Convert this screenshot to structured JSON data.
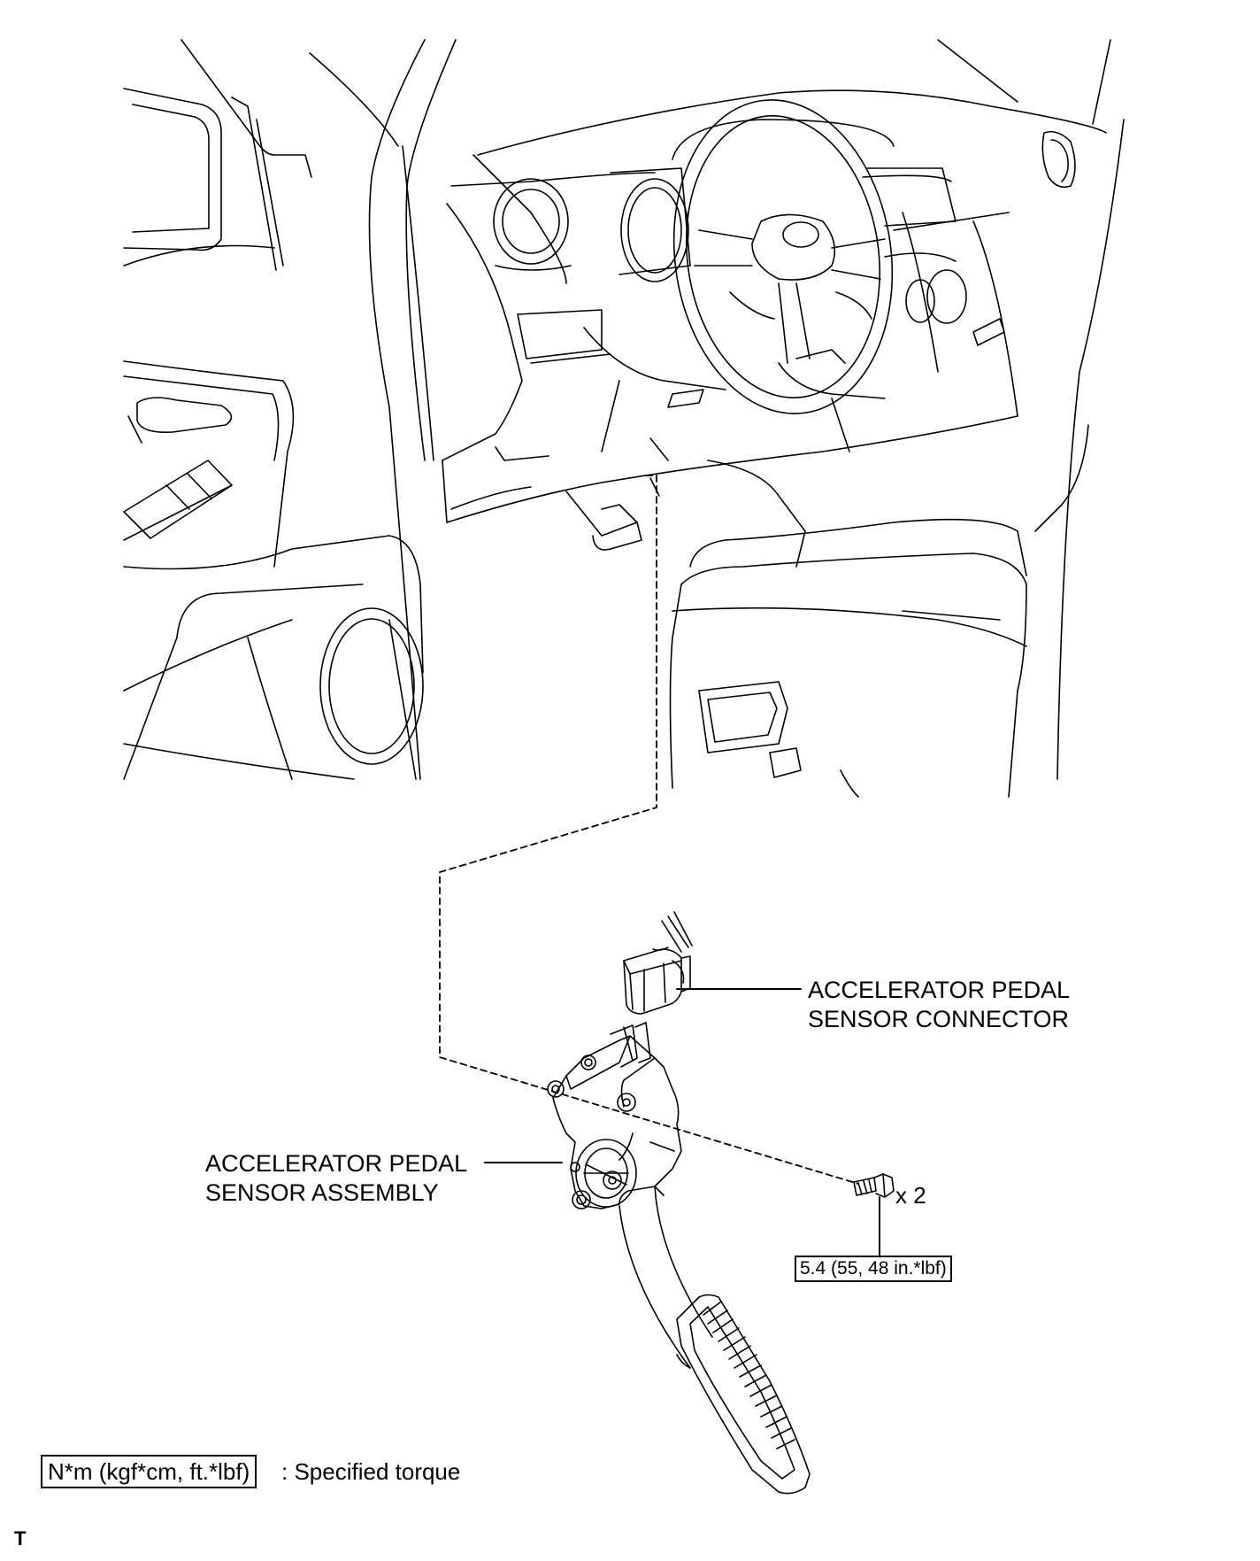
{
  "callouts": {
    "connector": {
      "line1": "ACCELERATOR PEDAL",
      "line2": "SENSOR CONNECTOR"
    },
    "assembly": {
      "line1": "ACCELERATOR PEDAL",
      "line2": "SENSOR ASSEMBLY"
    },
    "bolt_qty": "x 2",
    "torque_value": "5.4 (55, 48 in.*lbf)"
  },
  "legend": {
    "unit_box": "N*m (kgf*cm, ft.*lbf)",
    "description": ": Specified torque"
  },
  "corner_mark": "T"
}
